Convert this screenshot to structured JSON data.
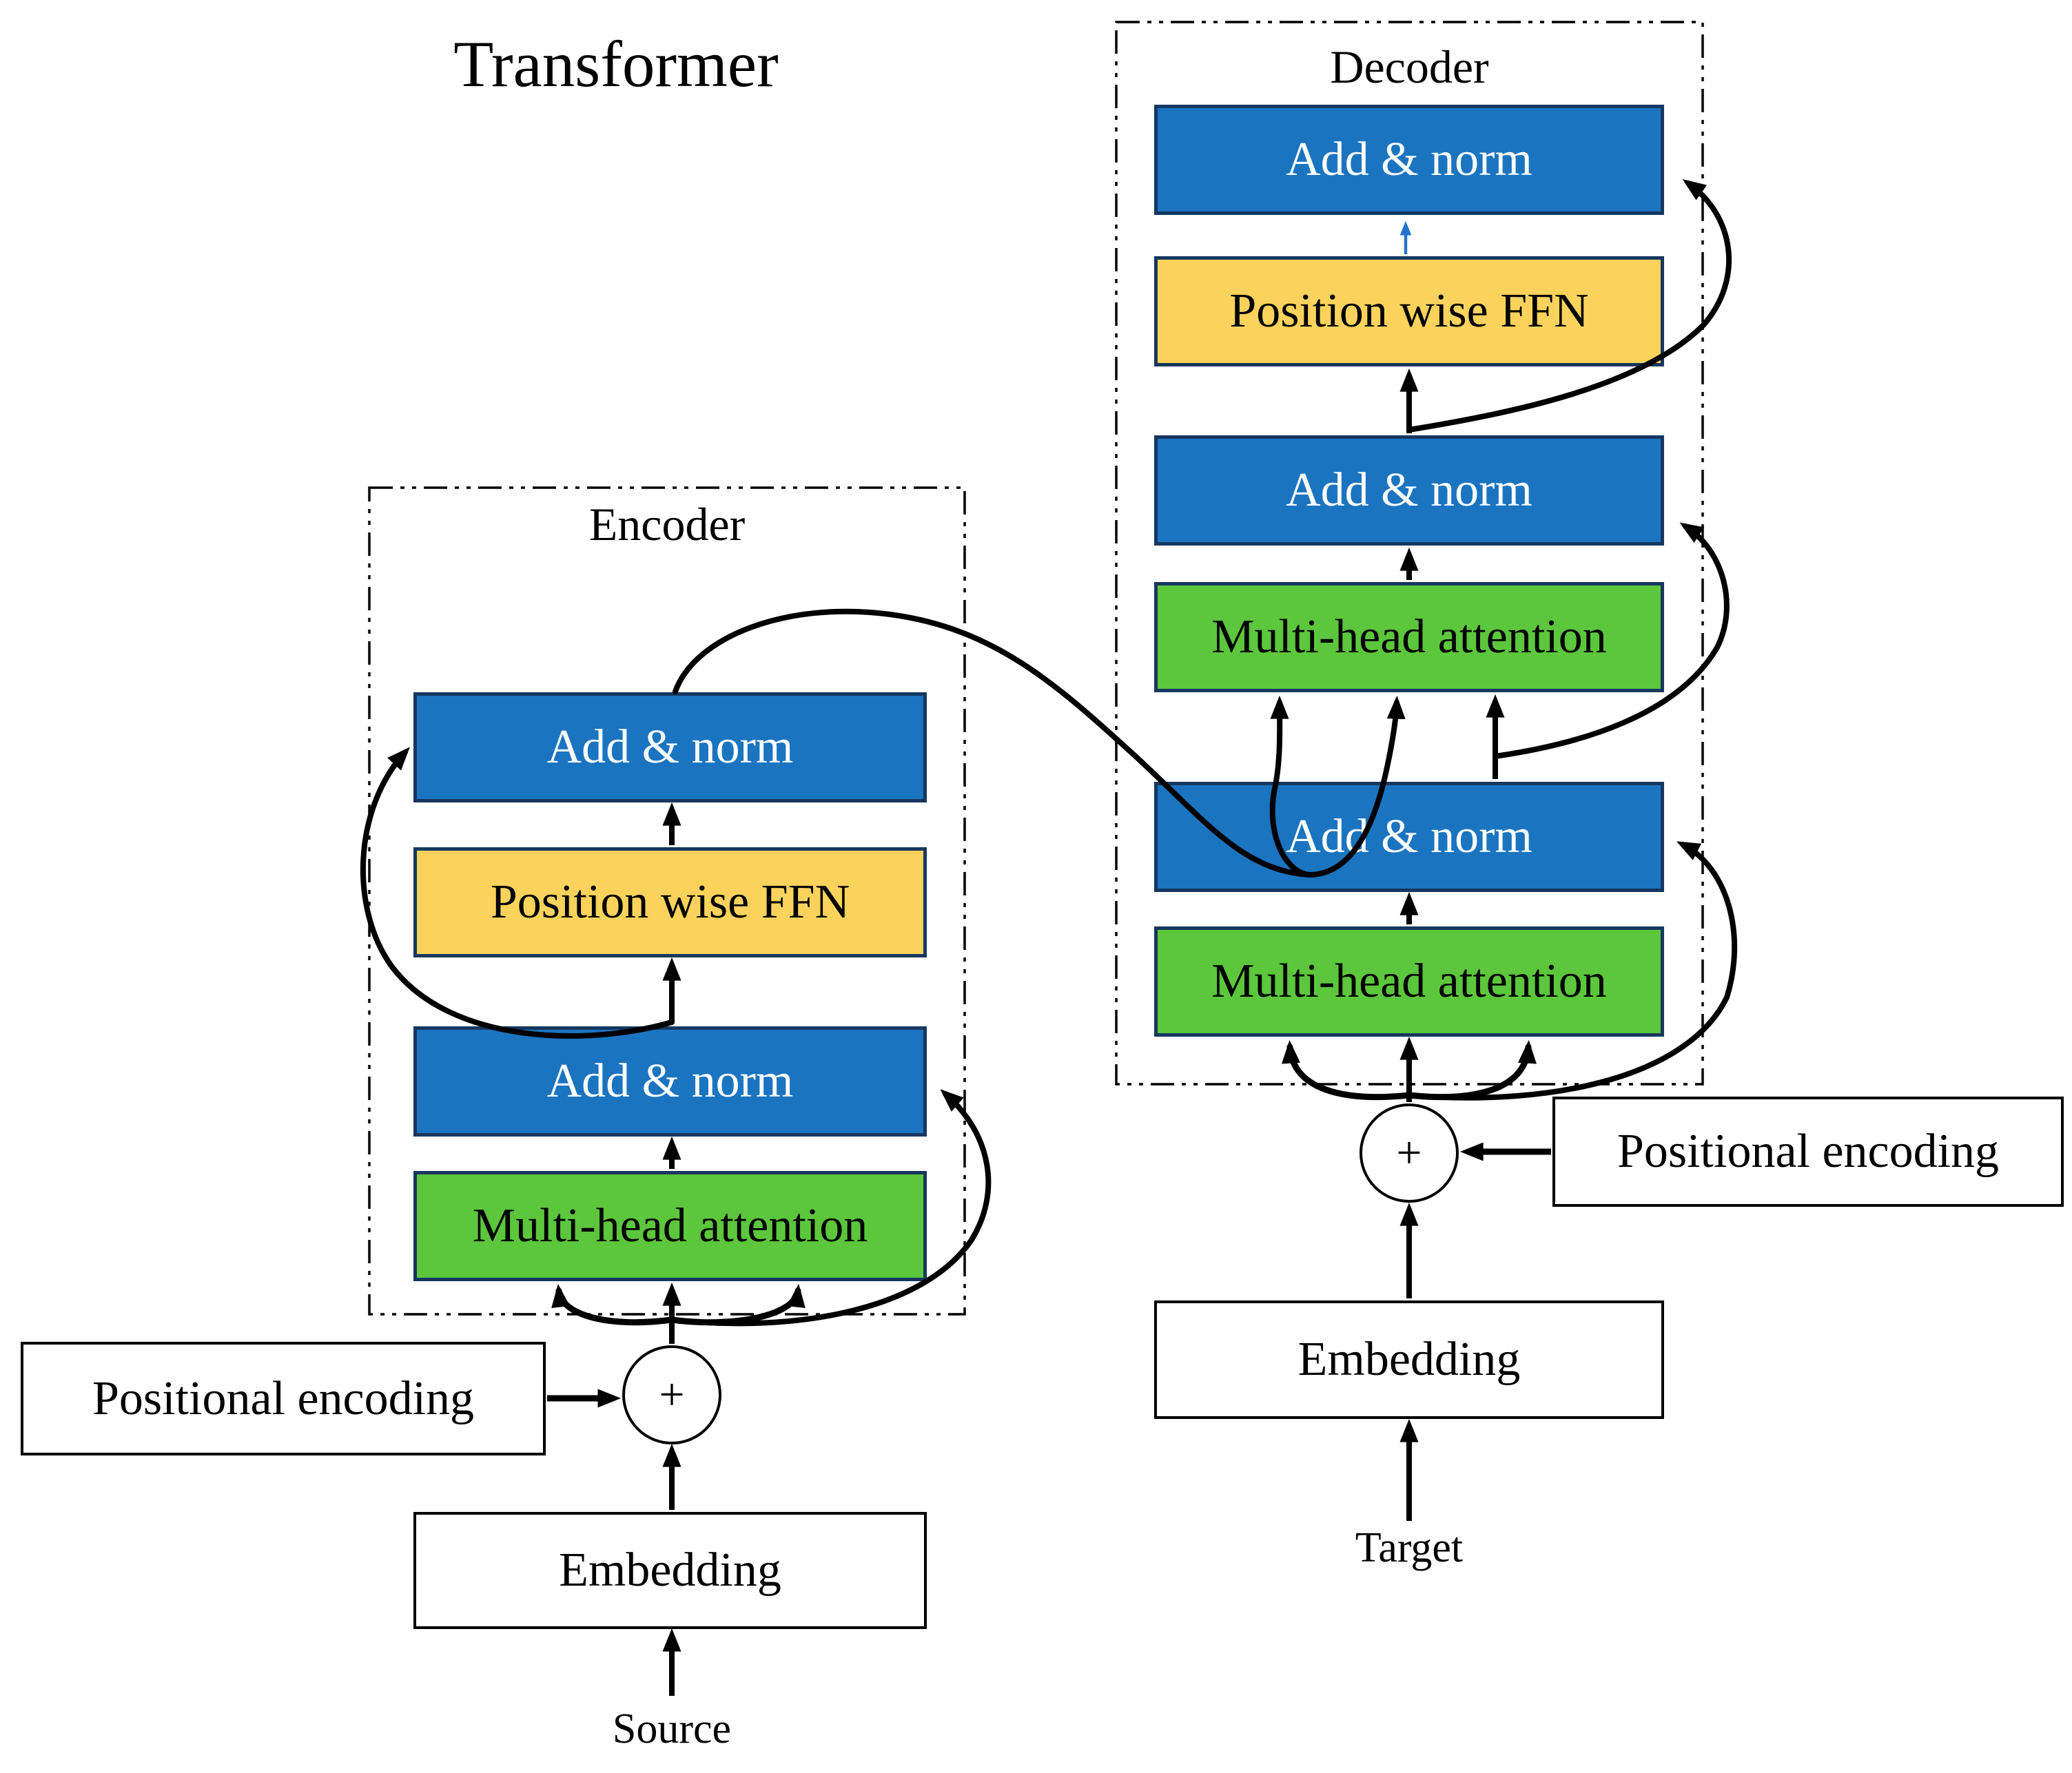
{
  "title": "Transformer",
  "encoder": {
    "label": "Encoder",
    "blocks": [
      {
        "label": "Add & norm",
        "type": "add-norm",
        "color": "blue"
      },
      {
        "label": "Position wise FFN",
        "type": "ffn",
        "color": "yellow"
      },
      {
        "label": "Add & norm",
        "type": "add-norm",
        "color": "blue"
      },
      {
        "label": "Multi-head attention",
        "type": "attention",
        "color": "green"
      }
    ]
  },
  "decoder": {
    "label": "Decoder",
    "blocks": [
      {
        "label": "Add & norm",
        "type": "add-norm",
        "color": "blue"
      },
      {
        "label": "Position wise FFN",
        "type": "ffn",
        "color": "yellow"
      },
      {
        "label": "Add & norm",
        "type": "add-norm",
        "color": "blue"
      },
      {
        "label": "Multi-head attention",
        "type": "attention",
        "color": "green"
      },
      {
        "label": "Add & norm",
        "type": "add-norm",
        "color": "blue"
      },
      {
        "label": "Multi-head attention",
        "type": "attention",
        "color": "green"
      }
    ]
  },
  "encoder_io": {
    "positional_encoding": "Positional encoding",
    "plus": "+",
    "embedding": "Embedding",
    "source": "Source"
  },
  "decoder_io": {
    "positional_encoding": "Positional encoding",
    "plus": "+",
    "embedding": "Embedding",
    "target": "Target"
  },
  "colors": {
    "blue_block": "#1b74c0",
    "yellow_block": "#fbd35c",
    "green_block": "#5cc63c",
    "block_border": "#16375f",
    "arrow_black": "#000000",
    "arrow_blue": "#2272c8",
    "text_on_blue": "#ffffff",
    "text_dark": "#000000",
    "background": "#ffffff"
  },
  "connections": [
    {
      "from": "source",
      "to": "encoder-embedding"
    },
    {
      "from": "encoder-embedding",
      "to": "encoder-plus"
    },
    {
      "from": "encoder-positional-encoding",
      "to": "encoder-plus"
    },
    {
      "from": "encoder-plus",
      "to": "encoder-multi-head-attention",
      "note": "three arrows: query, key, value"
    },
    {
      "from": "encoder-plus",
      "to": "encoder-add-norm-2",
      "note": "residual skip around attention"
    },
    {
      "from": "encoder-multi-head-attention",
      "to": "encoder-add-norm-2"
    },
    {
      "from": "encoder-add-norm-2",
      "to": "encoder-position-wise-ffn"
    },
    {
      "from": "encoder-add-norm-2",
      "to": "encoder-add-norm-1",
      "note": "residual skip around FFN, enters left side"
    },
    {
      "from": "encoder-position-wise-ffn",
      "to": "encoder-add-norm-1"
    },
    {
      "from": "encoder-add-norm-1",
      "to": "decoder-multi-head-attention-cross",
      "note": "encoder output: two arrows (key, value)"
    },
    {
      "from": "target",
      "to": "decoder-embedding"
    },
    {
      "from": "decoder-embedding",
      "to": "decoder-plus"
    },
    {
      "from": "decoder-positional-encoding",
      "to": "decoder-plus"
    },
    {
      "from": "decoder-plus",
      "to": "decoder-multi-head-attention-masked",
      "note": "three arrows: query, key, value"
    },
    {
      "from": "decoder-plus",
      "to": "decoder-add-norm-3",
      "note": "residual skip around masked attention"
    },
    {
      "from": "decoder-multi-head-attention-masked",
      "to": "decoder-add-norm-3"
    },
    {
      "from": "decoder-add-norm-3",
      "to": "decoder-multi-head-attention-cross",
      "note": "query"
    },
    {
      "from": "decoder-add-norm-3",
      "to": "decoder-add-norm-2",
      "note": "residual skip around cross attention"
    },
    {
      "from": "decoder-multi-head-attention-cross",
      "to": "decoder-add-norm-2"
    },
    {
      "from": "decoder-add-norm-2",
      "to": "decoder-position-wise-ffn"
    },
    {
      "from": "decoder-add-norm-2",
      "to": "decoder-add-norm-1",
      "note": "residual skip around FFN"
    },
    {
      "from": "decoder-position-wise-ffn",
      "to": "decoder-add-norm-1",
      "note": "blue arrow"
    }
  ]
}
